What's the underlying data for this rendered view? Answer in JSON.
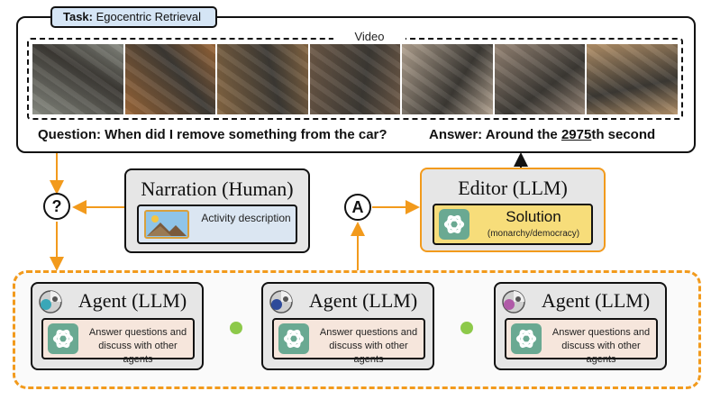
{
  "task": {
    "label": "Task:",
    "name": "Egocentric Retrieval"
  },
  "video": {
    "label": "Video",
    "frames": [
      "#8c8f86",
      "#a06a3a",
      "#8a6a45",
      "#6e5a48",
      "#b5a593",
      "#9a8878",
      "#b7946b"
    ]
  },
  "question": "Question: When did I remove something from the car?",
  "answer": {
    "prefix": "Answer: Around the ",
    "number": "2975",
    "suffix": "th second"
  },
  "narration": {
    "title": "Narration (Human)",
    "text": "Activity description",
    "icon": "picture-icon"
  },
  "editor": {
    "title": "Editor (LLM)",
    "solution_title": "Solution",
    "solution_sub": "(monarchy/democracy)",
    "icon": "chatgpt-icon"
  },
  "markers": {
    "question_mark": "?",
    "answer_mark": "A"
  },
  "agents": [
    {
      "title": "Agent (LLM)",
      "text": "Answer questions and discuss with other agents",
      "avatar_color": "#3aa7b8"
    },
    {
      "title": "Agent (LLM)",
      "text": "Answer questions and discuss with other agents",
      "avatar_color": "#2e4a9a"
    },
    {
      "title": "Agent (LLM)",
      "text": "Answer questions and discuss with other agents",
      "avatar_color": "#b05aa8"
    }
  ],
  "colors": {
    "orange": "#f29a1c",
    "narration_fill": "#dbe6f2",
    "solution_fill": "#f7dd7a",
    "agent_fill": "#f6e6dc",
    "gpt_green": "#6aa992",
    "dot_green": "#8dc94a"
  }
}
